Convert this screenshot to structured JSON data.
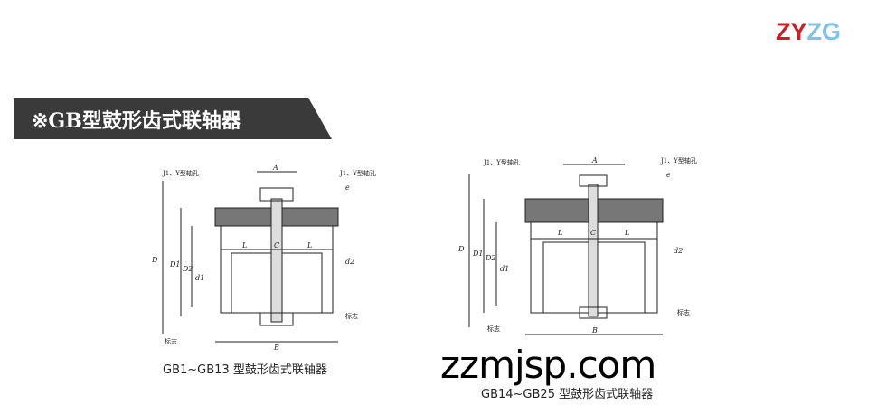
{
  "logo": {
    "text_red": "ZY",
    "text_blue": "ZG"
  },
  "banner": {
    "title": "※GB型鼓形齿式联轴器"
  },
  "figures": [
    {
      "caption": "GB1~GB13 型鼓形齿式联轴器",
      "labels": {
        "bore_left": "J1、Y型轴孔",
        "bore_right": "J1、Y型轴孔",
        "A": "A",
        "e": "e",
        "D": "D",
        "D1": "D1",
        "D2": "D2",
        "d1": "d1",
        "d2": "d2",
        "L1": "L",
        "L2": "L",
        "C": "C",
        "B": "B",
        "mark1": "标志",
        "mark2": "标志"
      }
    },
    {
      "caption": "GB14~GB25 型鼓形齿式联轴器",
      "labels": {
        "bore_left": "J1、Y型轴孔",
        "bore_right": "J1、Y型轴孔",
        "A": "A",
        "e": "e",
        "D": "D",
        "D1": "D1",
        "D2": "D2",
        "d1": "d1",
        "d2": "d2",
        "L1": "L",
        "L2": "L",
        "C": "C",
        "B": "B",
        "mark1": "标志",
        "mark2": "标志"
      }
    }
  ],
  "watermark": "zzmjsp.com"
}
